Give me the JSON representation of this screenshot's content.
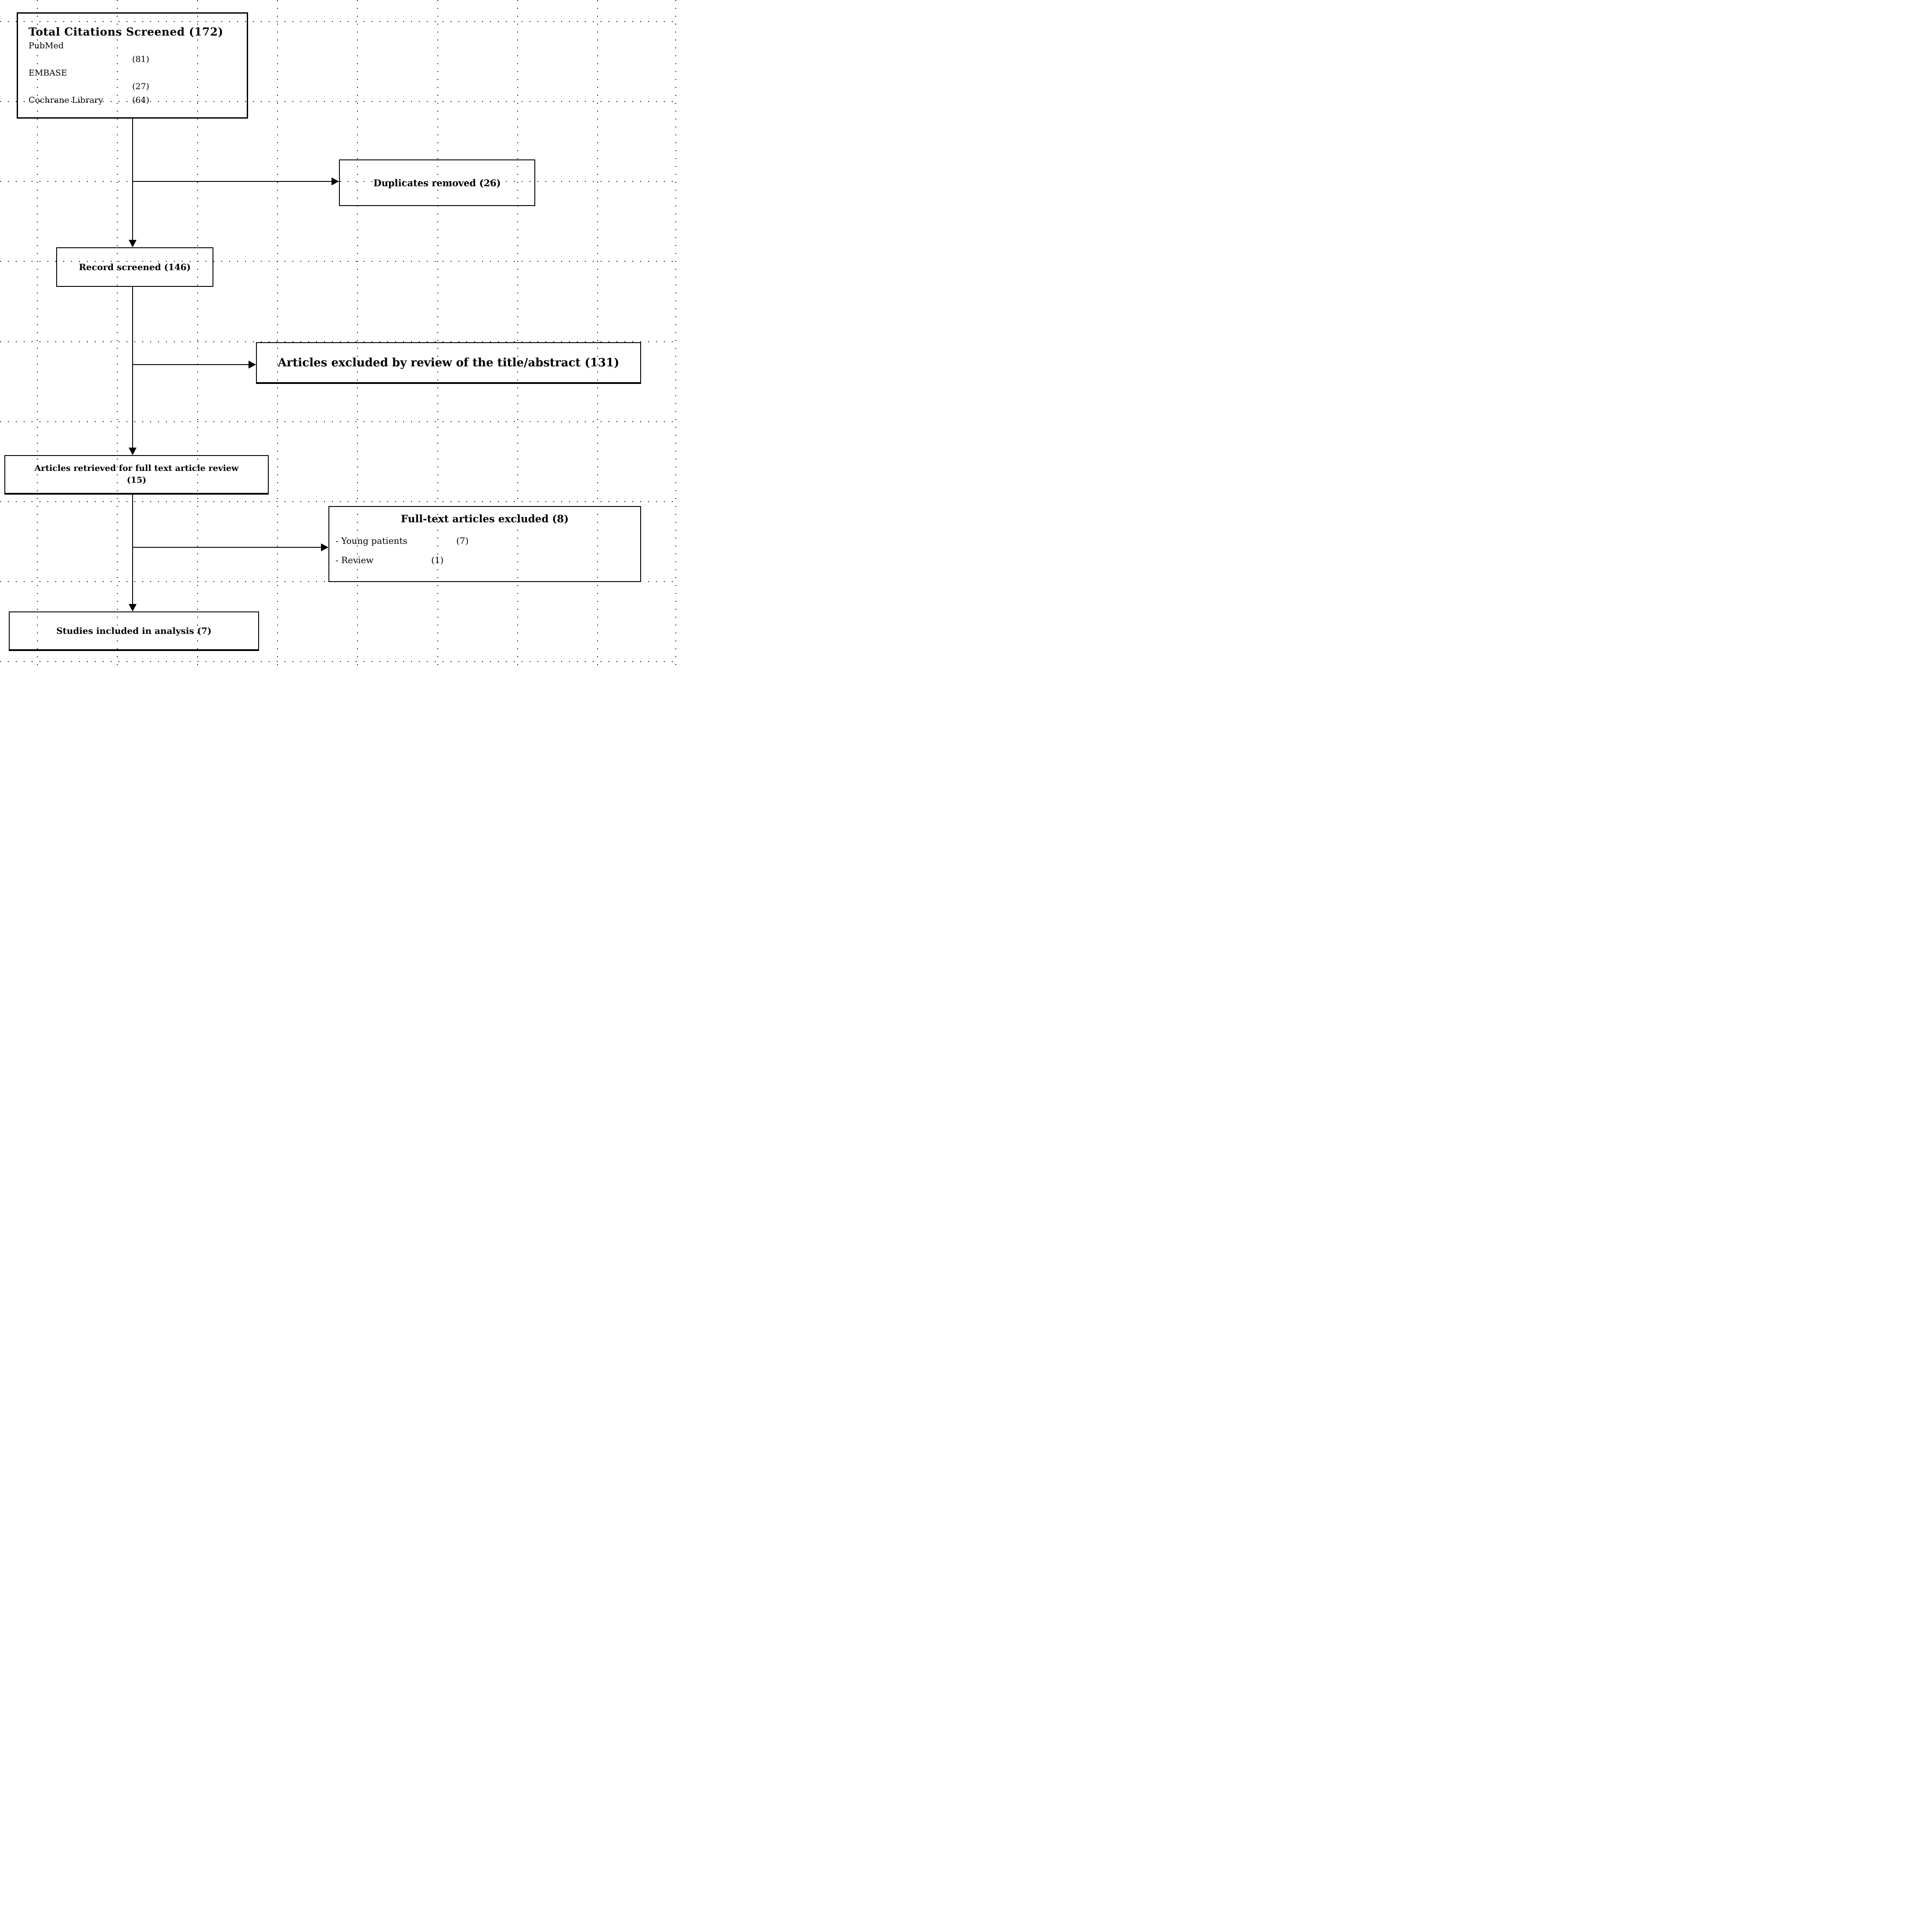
{
  "flowchart": {
    "box_total": {
      "title": "Total Citations Screened (172)",
      "sources": [
        {
          "name": "PubMed",
          "count": "(81)"
        },
        {
          "name": "EMBASE",
          "count": "(27)"
        },
        {
          "name": "Cochrane Library",
          "count": "(64)"
        }
      ]
    },
    "box_duplicates": {
      "label": "Duplicates removed (26)"
    },
    "box_screened": {
      "label": "Record screened (146)"
    },
    "box_excluded_abstract": {
      "label": "Articles excluded by review of the title/abstract (131)"
    },
    "box_fulltext": {
      "line1": "Articles retrieved for full text article review",
      "count": "(15)"
    },
    "box_fulltext_excluded": {
      "title": "Full-text articles excluded (8)",
      "reasons": [
        {
          "name": "- Young patients",
          "count": "(7)"
        },
        {
          "name": "- Review",
          "count": "(1)"
        }
      ]
    },
    "box_included": {
      "label": "Studies included in analysis (7)"
    },
    "colors": {
      "line": "#000000",
      "background": "#ffffff"
    }
  }
}
